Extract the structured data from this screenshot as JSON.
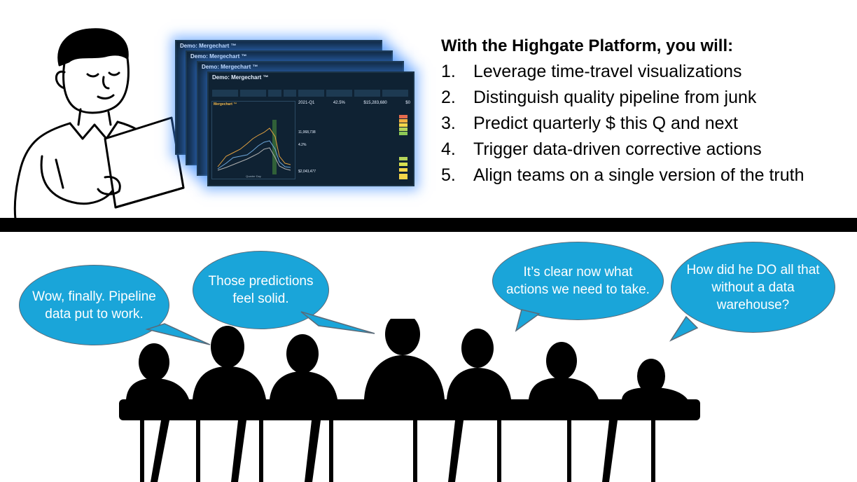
{
  "heading": "With the Highgate Platform, you will:",
  "benefits": [
    {
      "num": "1.",
      "text": "Leverage time-travel visualizations"
    },
    {
      "num": "2.",
      "text": "Distinguish quality pipeline from junk"
    },
    {
      "num": "3.",
      "text": "Predict quarterly $ this Q and next"
    },
    {
      "num": "4.",
      "text": "Trigger data-driven corrective actions"
    },
    {
      "num": "5.",
      "text": "Align teams on a single version of the truth"
    }
  ],
  "dashboard": {
    "title": "Demo: Mergechart ™",
    "chart_title": "Mergechart ™",
    "metrics": [
      "2021-Q1",
      "42.5%",
      "$15,283,680",
      "$0"
    ],
    "side_values": [
      "11,068,738",
      "4.2%",
      "$2,043,477"
    ],
    "x_label": "Quarter Day"
  },
  "bubbles": [
    {
      "text": "Wow, finally. Pipeline data put to work."
    },
    {
      "text": "Those predictions feel solid."
    },
    {
      "text": "It’s clear now what actions we need to take."
    },
    {
      "text": "How did he DO all that without a data warehouse?"
    }
  ],
  "colors": {
    "bubble": "#1aa5d9",
    "dashboard_bg": "#0f2233",
    "glow": "#3c8cff",
    "divider": "#000000"
  }
}
